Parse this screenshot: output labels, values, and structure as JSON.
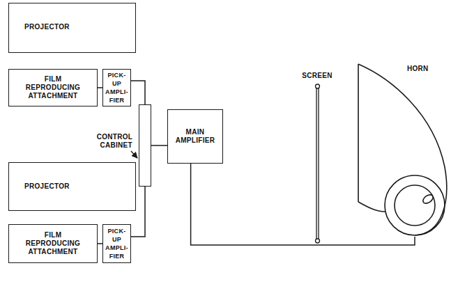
{
  "diagram": {
    "nodes": [
      {
        "text": [
          "PROJECTOR"
        ]
      },
      {
        "text": [
          "FILM REPRODUCING ATTACHMENT"
        ]
      },
      {
        "text": [
          "PICK- UP AMPLI- FIER"
        ]
      },
      {
        "text": [
          "CONTROL CABINET"
        ]
      },
      {
        "text": [
          "MAIN AMPLIFIER"
        ]
      },
      {
        "text": [
          "PROJECTOR"
        ]
      },
      {
        "text": [
          "FILM REPRODUCING ATTACHMENT"
        ]
      },
      {
        "text": [
          "PICK- UP AMPLI- FIER"
        ]
      },
      {
        "text": [
          "HORN"
        ]
      }
    ],
    "edges": [
      {
        "from": 1,
        "to": 2,
        "arrow": "none"
      },
      {
        "from": 2,
        "to": 3,
        "arrow": "none"
      },
      {
        "from": 6,
        "to": 7,
        "arrow": "none"
      },
      {
        "from": 7,
        "to": 3,
        "arrow": "none"
      },
      {
        "from": 3,
        "to": 4,
        "arrow": "none"
      },
      {
        "from": 4,
        "to": 8,
        "arrow": "none"
      }
    ],
    "labels": [
      "SCREEN"
    ]
  }
}
